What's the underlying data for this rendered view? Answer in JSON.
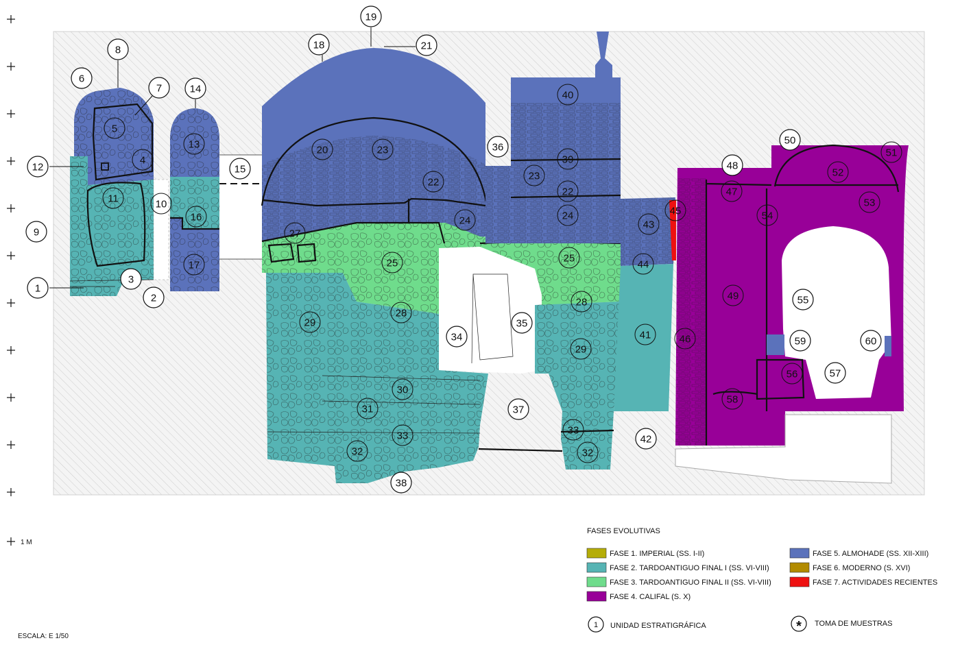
{
  "colors": {
    "phase1": "#b5ad08",
    "phase2": "#56b4b4",
    "phase3": "#6fdc8c",
    "phase4": "#980098",
    "phase5": "#5b72bb",
    "phase6": "#b28b00",
    "phase7": "#ee1111",
    "hatch_bg": "#f4f4f4",
    "hatch_line": "#c9c9c9"
  },
  "scale_bar_label": "1 M",
  "scale_label": "ESCALA: E 1/50",
  "legend": {
    "title": "FASES EVOLUTIVAS",
    "phases": [
      {
        "label": "FASE 1. IMPERIAL (SS. I-II)",
        "color_key": "phase1"
      },
      {
        "label": "FASE 2. TARDOANTIGUO FINAL I (SS. VI-VIII)",
        "color_key": "phase2"
      },
      {
        "label": "FASE 3. TARDOANTIGUO FINAL II (SS. VI-VIII)",
        "color_key": "phase3"
      },
      {
        "label": "FASE 4. CALIFAL (S. X)",
        "color_key": "phase4"
      },
      {
        "label": "FASE 5. ALMOHADE (SS. XII-XIII)",
        "color_key": "phase5"
      },
      {
        "label": "FASE 6. MODERNO (S. XVI)",
        "color_key": "phase6"
      },
      {
        "label": "FASE 7. ACTIVIDADES RECIENTES",
        "color_key": "phase7"
      }
    ],
    "ue_symbol_number": "1",
    "ue_symbol_label": "UNIDAD ESTRATIGRÁFICA",
    "sample_symbol": "*",
    "sample_label": "TOMA DE MUESTRAS"
  },
  "ue_labels": [
    "1",
    "2",
    "3",
    "4",
    "5",
    "6",
    "7",
    "8",
    "9",
    "10",
    "11",
    "12",
    "13",
    "14",
    "15",
    "16",
    "17",
    "18",
    "19",
    "20",
    "21",
    "22",
    "22",
    "23",
    "23",
    "24",
    "24",
    "25",
    "25",
    "27",
    "28",
    "28",
    "29",
    "29",
    "30",
    "31",
    "32",
    "32",
    "33",
    "33",
    "34",
    "35",
    "36",
    "37",
    "38",
    "39",
    "40",
    "41",
    "42",
    "43",
    "44",
    "45",
    "46",
    "47",
    "48",
    "49",
    "50",
    "51",
    "52",
    "53",
    "54",
    "55",
    "56",
    "57",
    "58",
    "59",
    "60"
  ]
}
